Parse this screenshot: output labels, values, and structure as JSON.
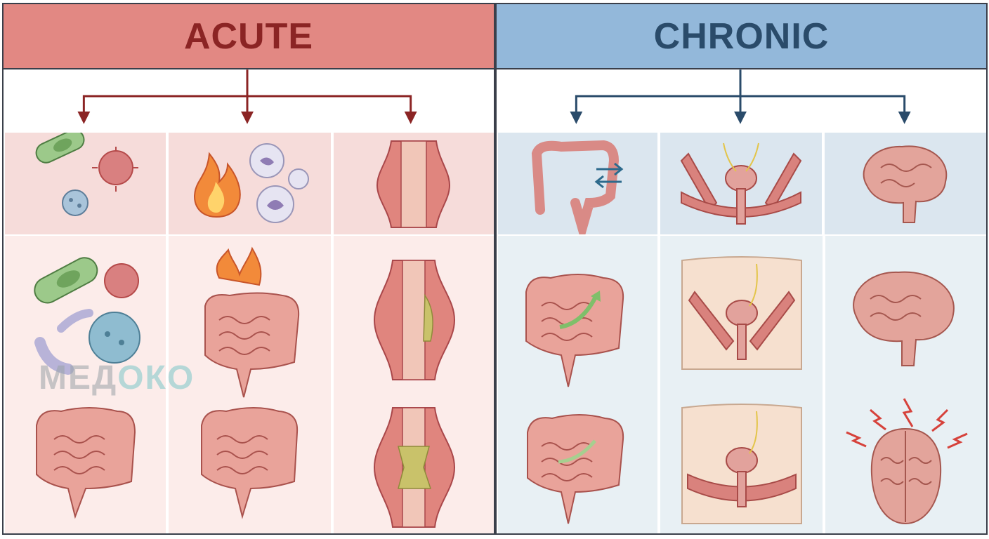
{
  "panels": {
    "acute": {
      "title": "ACUTE",
      "header_color": "#e28883",
      "title_color": "#8b2424",
      "row1": [
        "pathogens-icon",
        "inflammation-cells-icon",
        "vessel-icon"
      ],
      "row2": [
        "pathogens-icon",
        "inflamed-intestine-icon",
        "blocked-vessel-icon"
      ],
      "row3": [
        "intestine-icon",
        "intestine-icon",
        "occluded-vessel-icon"
      ]
    },
    "chronic": {
      "title": "CHRONIC",
      "header_color": "#93b8da",
      "title_color": "#2a4b6a",
      "row1": [
        "colon-motility-icon",
        "pelvic-floor-icon",
        "brain-icon"
      ],
      "row2": [
        "colon-motility-icon",
        "pelvic-floor-icon",
        "brain-icon"
      ],
      "row3": [
        "colon-motility-icon",
        "pelvic-floor-icon",
        "headache-brain-icon"
      ]
    }
  },
  "watermark": {
    "part1": "МЕД",
    "part2": "ОКО"
  }
}
